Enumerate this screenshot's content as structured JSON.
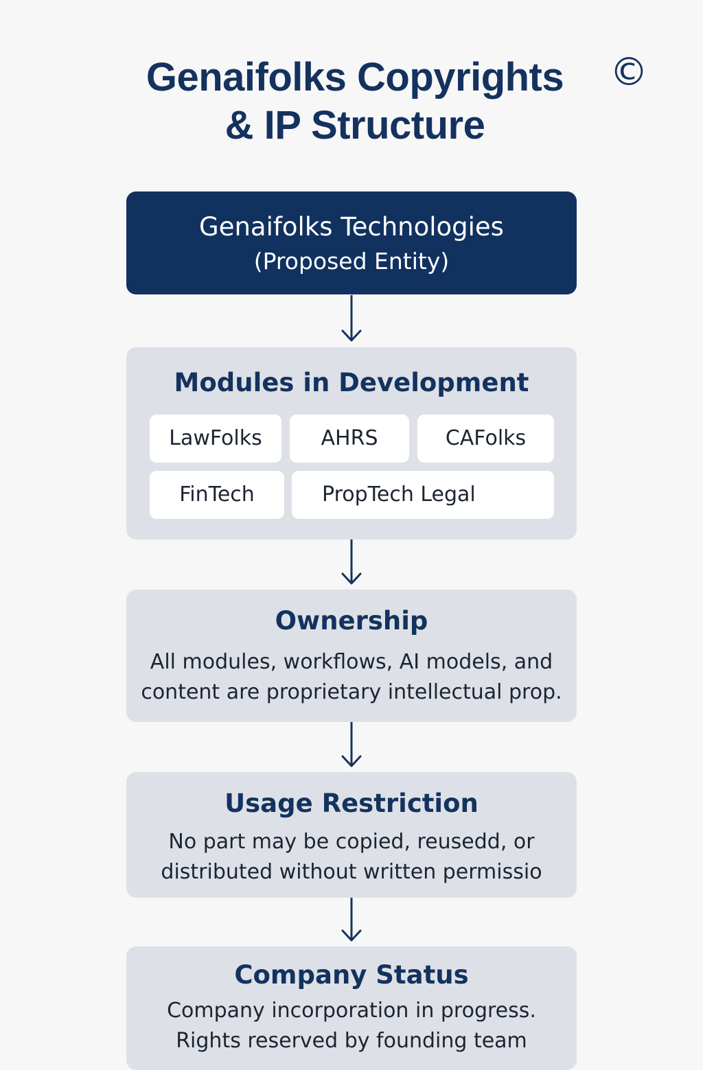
{
  "header": {
    "title_line1": "Genaifolks Copyrights",
    "title_line2": "& IP Structure",
    "copyright_symbol": "©"
  },
  "entity": {
    "name": "Genaifolks Technologies",
    "subtitle": "(Proposed Entity)"
  },
  "modules": {
    "title": "Modules in Development",
    "items": [
      "LawFolks",
      "AHRS",
      "CAFolks",
      "FinTech",
      "PropTech Legal"
    ]
  },
  "ownership": {
    "title": "Ownership",
    "line1": "All modules, workflows, AI models, and",
    "line2": "content are proprietary intellectual prop."
  },
  "usage": {
    "title": "Usage Restriction",
    "line1": "No part may be copied, reusedd, or",
    "line2": "distributed without written permissio"
  },
  "status": {
    "title": "Company Status",
    "line1": "Company incorporation in progress.",
    "line2": "Rights reserved by founding team"
  },
  "colors": {
    "primary_navy": "#11325f",
    "panel_gray": "#dde1e7",
    "background": "#f7f7f7"
  }
}
